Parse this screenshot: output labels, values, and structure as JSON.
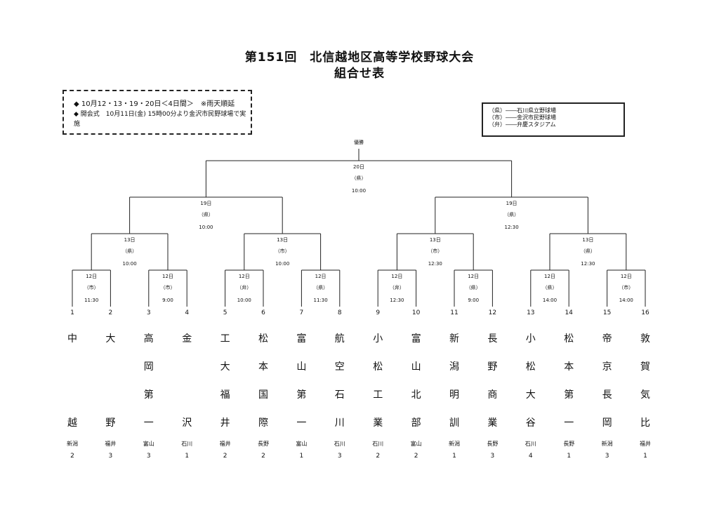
{
  "title": "第151回　北信越地区高等学校野球大会",
  "subtitle": "組合せ表",
  "info": {
    "line1": "◆ 10月12・13・19・20日＜4日間＞　※雨天順延",
    "line2": "◆ 開会式　10月11日(金) 15時00分より金沢市民野球場で実施"
  },
  "legend": [
    "（県）――石川県立野球場",
    "（市）――金沢市民野球場",
    "（弁）――弁慶スタジアム"
  ],
  "final": {
    "title": "優勝",
    "date": "20日",
    "venue": "（県）",
    "time": "10:00"
  },
  "semis": [
    {
      "date": "19日",
      "venue": "（県）",
      "time": "10:00"
    },
    {
      "date": "19日",
      "venue": "（県）",
      "time": "12:30"
    }
  ],
  "quarters": [
    {
      "date": "13日",
      "venue": "（県）",
      "time": "10:00"
    },
    {
      "date": "13日",
      "venue": "（市）",
      "time": "10:00"
    },
    {
      "date": "13日",
      "venue": "（市）",
      "time": "12:30"
    },
    {
      "date": "13日",
      "venue": "（県）",
      "time": "12:30"
    }
  ],
  "first_round": [
    {
      "date": "12日",
      "venue": "（市）",
      "time": "11:30"
    },
    {
      "date": "12日",
      "venue": "（市）",
      "time": "9:00"
    },
    {
      "date": "12日",
      "venue": "（弁）",
      "time": "10:00"
    },
    {
      "date": "12日",
      "venue": "（県）",
      "time": "11:30"
    },
    {
      "date": "12日",
      "venue": "（弁）",
      "time": "12:30"
    },
    {
      "date": "12日",
      "venue": "（県）",
      "time": "9:00"
    },
    {
      "date": "12日",
      "venue": "（県）",
      "time": "14:00"
    },
    {
      "date": "12日",
      "venue": "（市）",
      "time": "14:00"
    }
  ],
  "teams": [
    {
      "no": "1",
      "chars": [
        "中",
        "",
        "",
        "越"
      ],
      "pref": "新潟",
      "count": "2"
    },
    {
      "no": "2",
      "chars": [
        "大",
        "",
        "",
        "野"
      ],
      "pref": "福井",
      "count": "3"
    },
    {
      "no": "3",
      "chars": [
        "高",
        "岡",
        "第",
        "一"
      ],
      "pref": "富山",
      "count": "3"
    },
    {
      "no": "4",
      "chars": [
        "金",
        "",
        "",
        "沢"
      ],
      "pref": "石川",
      "count": "1"
    },
    {
      "no": "5",
      "chars": [
        "工",
        "大",
        "福",
        "井"
      ],
      "pref": "福井",
      "count": "2"
    },
    {
      "no": "6",
      "chars": [
        "松",
        "本",
        "国",
        "際"
      ],
      "pref": "長野",
      "count": "2"
    },
    {
      "no": "7",
      "chars": [
        "富",
        "山",
        "第",
        "一"
      ],
      "pref": "富山",
      "count": "1"
    },
    {
      "no": "8",
      "chars": [
        "航",
        "空",
        "石",
        "川"
      ],
      "pref": "石川",
      "count": "3"
    },
    {
      "no": "9",
      "chars": [
        "小",
        "松",
        "工",
        "業"
      ],
      "pref": "石川",
      "count": "2"
    },
    {
      "no": "10",
      "chars": [
        "富",
        "山",
        "北",
        "部"
      ],
      "pref": "富山",
      "count": "2"
    },
    {
      "no": "11",
      "chars": [
        "新",
        "潟",
        "明",
        "訓"
      ],
      "pref": "新潟",
      "count": "1"
    },
    {
      "no": "12",
      "chars": [
        "長",
        "野",
        "商",
        "業"
      ],
      "pref": "長野",
      "count": "3"
    },
    {
      "no": "13",
      "chars": [
        "小",
        "松",
        "大",
        "谷"
      ],
      "pref": "石川",
      "count": "4"
    },
    {
      "no": "14",
      "chars": [
        "松",
        "本",
        "第",
        "一"
      ],
      "pref": "長野",
      "count": "1"
    },
    {
      "no": "15",
      "chars": [
        "帝",
        "京",
        "長",
        "岡"
      ],
      "pref": "新潟",
      "count": "3"
    },
    {
      "no": "16",
      "chars": [
        "敦",
        "賀",
        "気",
        "比"
      ],
      "pref": "福井",
      "count": "1"
    }
  ]
}
